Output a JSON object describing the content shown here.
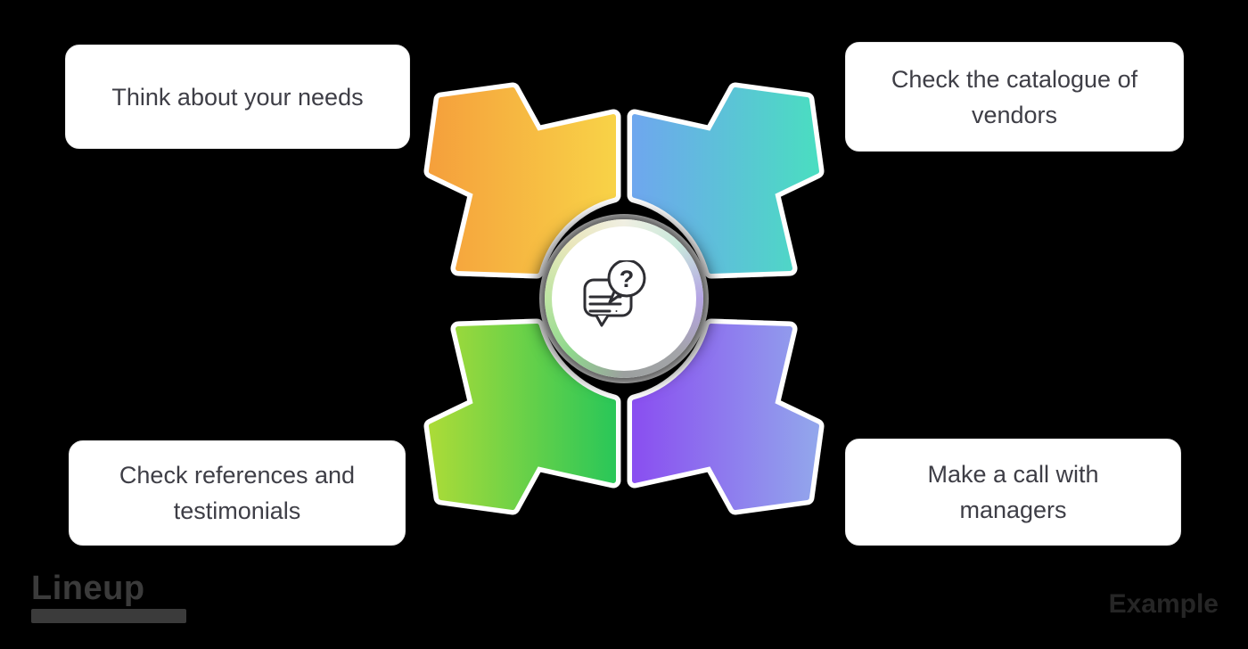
{
  "page": {
    "background": "#000000"
  },
  "boxes": [
    {
      "id": "top-left",
      "lines": [
        "Think about your needs"
      ]
    },
    {
      "id": "top-right",
      "lines": [
        "Check the catalogue of",
        "vendors"
      ]
    },
    {
      "id": "bottom-left",
      "lines": [
        "Check references and",
        "testimonials"
      ]
    },
    {
      "id": "bottom-right",
      "lines": [
        "Make a call with",
        "managers"
      ]
    }
  ],
  "center": {
    "icon": "chat-question-icon",
    "question_mark": "?"
  },
  "branding": {
    "logo_text": "Lineup",
    "watermark_text": "Example"
  },
  "colors": {
    "text_dark": "#3E3E46",
    "logo_gray": "#3B3B3B",
    "watermark_gray": "#262626",
    "arrow_orange_from": "#F8D247",
    "arrow_orange_to": "#F5A03C",
    "arrow_blue_from": "#6EA7EE",
    "arrow_blue_to": "#4ADDC1",
    "arrow_green_from": "#2BC758",
    "arrow_green_to": "#AADB38",
    "arrow_purple_from": "#8A4FF0",
    "arrow_purple_to": "#92A6EC",
    "ring_top": "#F0EFE2",
    "ring_ne": "#C9E9DC",
    "ring_e": "#B5A4E4",
    "ring_se": "#A3A4A8",
    "ring_s": "#9CA09F",
    "ring_sw": "#8FD78D",
    "ring_w": "#BEE5A3",
    "ring_nw": "#E9E6BB",
    "icon_stroke": "#2E2E33"
  }
}
